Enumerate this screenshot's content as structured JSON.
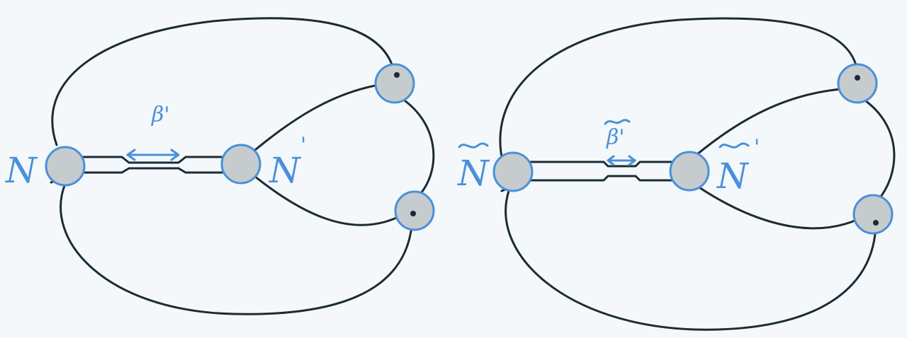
{
  "colors": {
    "background": "#f4f8fa",
    "curve": "#1b2b36",
    "accent": "#4a90d9",
    "node_fill": "#c6cbce"
  },
  "left": {
    "node_left_label": "N",
    "node_right_label": "N",
    "node_right_prime": "'",
    "arrow_label": "β'"
  },
  "right": {
    "node_left_label": "N",
    "node_right_label": "N",
    "node_right_prime": "'",
    "arrow_label": "β'"
  },
  "icons": [
    "tilde-mark",
    "double-arrow-icon"
  ]
}
